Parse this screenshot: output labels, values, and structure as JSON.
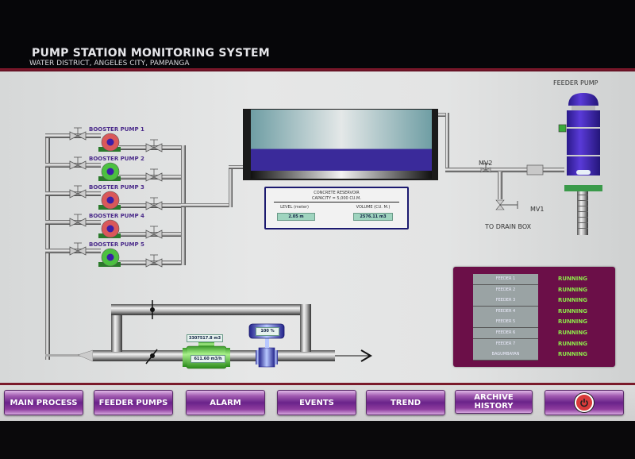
{
  "header": {
    "title": "PUMP STATION MONITORING SYSTEM",
    "subtitle": "WATER DISTRICT, ANGELES CITY, PAMPANGA"
  },
  "booster_pumps": [
    {
      "label": "BOOSTER PUMP 1",
      "status_color": "#d9585a"
    },
    {
      "label": "BOOSTER PUMP 2",
      "status_color": "#4cc040"
    },
    {
      "label": "BOOSTER PUMP 3",
      "status_color": "#d9585a"
    },
    {
      "label": "BOOSTER PUMP 4",
      "status_color": "#d9585a"
    },
    {
      "label": "BOOSTER PUMP 5",
      "status_color": "#4cc040"
    }
  ],
  "reservoir": {
    "title": "CONCRETE RESERVOIR",
    "capacity": "CAPACITY = 5,000 CU.M.",
    "level_label": "LEVEL  (meter)",
    "level_value": "2.05 m",
    "volume_label": "VOLUME  (CU. M.)",
    "volume_value": "2576.11 m3",
    "fill_fraction": 0.41
  },
  "feeder_pump": {
    "label": "FEEDER PUMP",
    "valve_mv2": "MV2",
    "valve_mv1": "MV1",
    "drain_label": "TO DRAIN BOX"
  },
  "flow_meter": {
    "totalizer": "3307517.8 m3",
    "flow_rate": "611.60 m3/h"
  },
  "valve_actuator": {
    "opening": "100 %"
  },
  "feeders": [
    {
      "name": "FEEDER 1",
      "status": "RUNNING"
    },
    {
      "name": "FEEDER 2",
      "status": "RUNNING"
    },
    {
      "name": "FEEDER 3",
      "status": "RUNNING"
    },
    {
      "name": "FEEDER 4",
      "status": "RUNNING"
    },
    {
      "name": "FEEDER 5",
      "status": "RUNNING"
    },
    {
      "name": "FEEDER 6",
      "status": "RUNNING"
    },
    {
      "name": "FEEDER 7",
      "status": "RUNNING"
    },
    {
      "name": "BAGUMBAYAN",
      "status": "RUNNING"
    }
  ],
  "colors": {
    "running": "#8de84a",
    "panel": "#6b0f48",
    "water": "#3a2a9a",
    "nav_button": "#6a238a"
  },
  "nav": {
    "main_process": "MAIN PROCESS",
    "feeder_pumps": "FEEDER PUMPS",
    "alarm": "ALARM",
    "events": "EVENTS",
    "trend": "TREND",
    "archive_history": "ARCHIVE HISTORY",
    "power_icon": "power-icon"
  }
}
